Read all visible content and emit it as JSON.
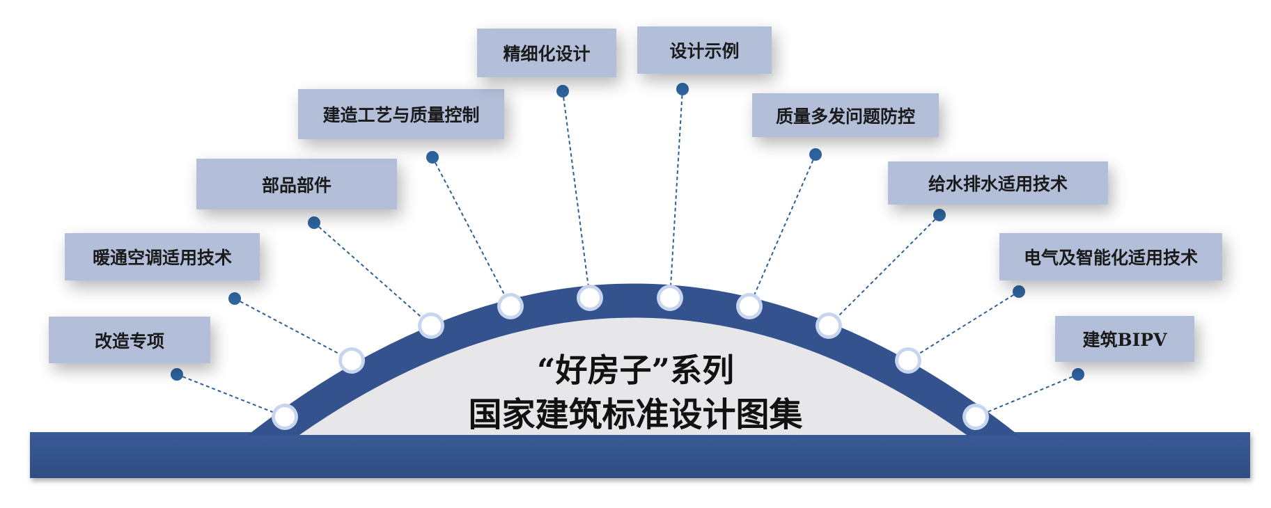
{
  "title": {
    "line1": "“好房子”系列",
    "line2": "国家建筑标准设计图集"
  },
  "topics": [
    "改造专项",
    "暖通空调适用技术",
    "部品部件",
    "建造工艺与质量控制",
    "精细化设计",
    "设计示例",
    "质量多发问题防控",
    "给水排水适用技术",
    "电气及智能化适用技术",
    "建筑BIPV"
  ],
  "colors": {
    "arch": "#34528d",
    "base": "#34528d",
    "dome_fill": "#e7e6e8",
    "box_fill": "#b3bfd9",
    "connector": "#2e5f94",
    "dot": "#2e64a0",
    "ring": "#c7d6ee"
  }
}
